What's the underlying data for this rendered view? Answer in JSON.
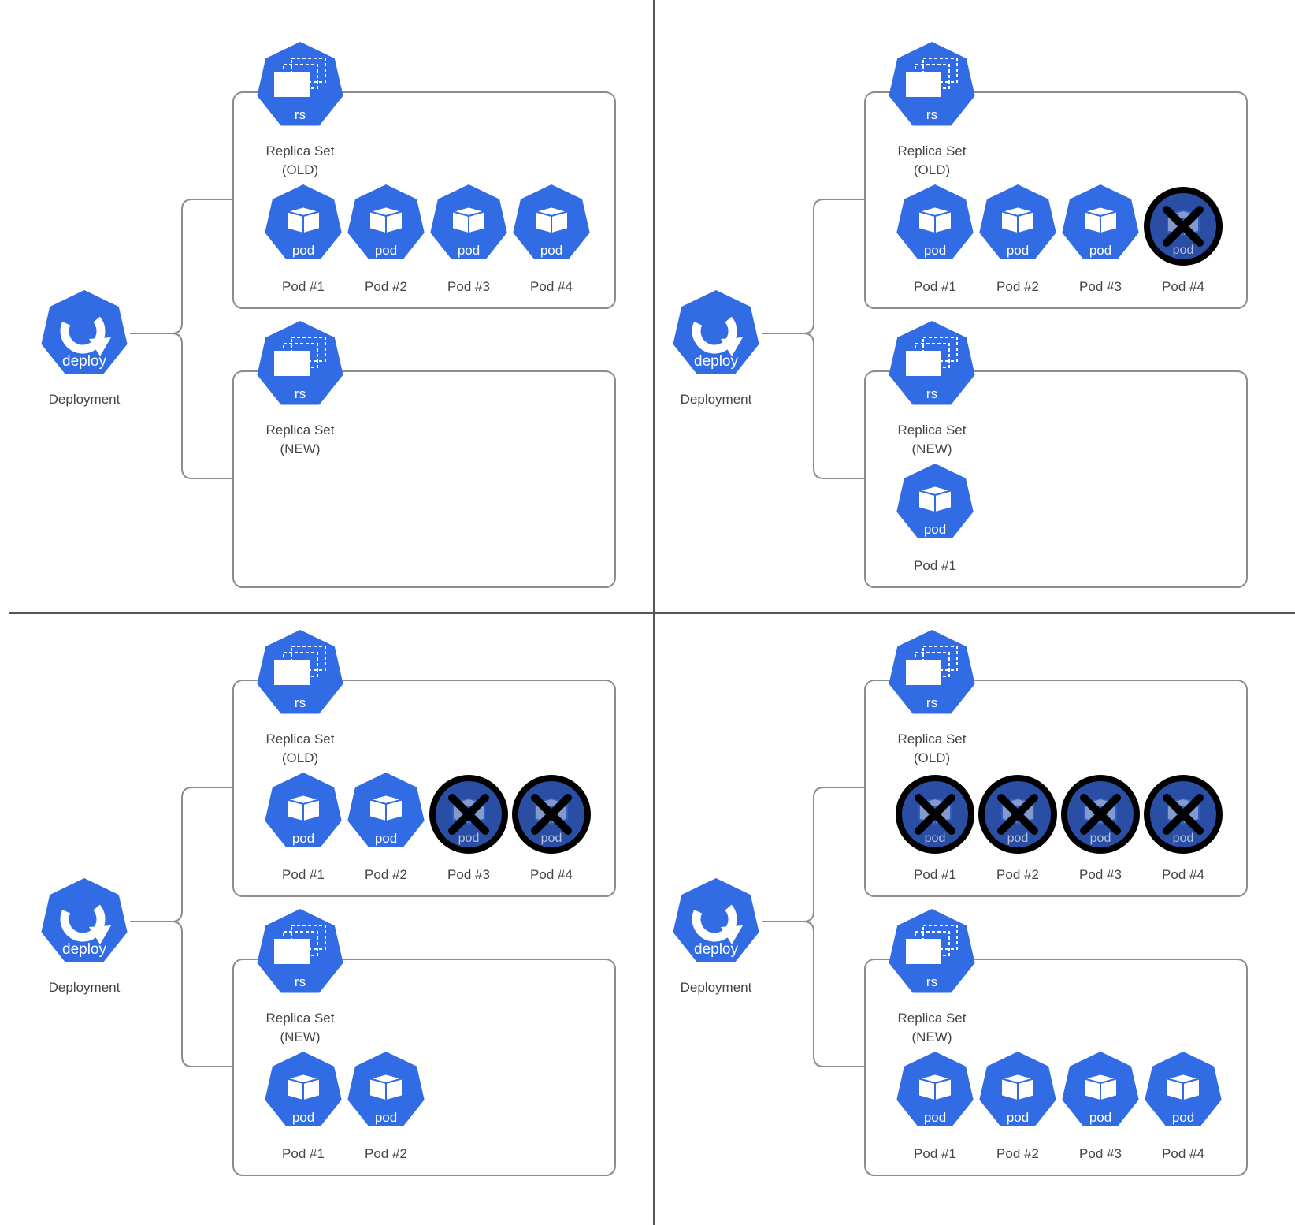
{
  "icon_labels": {
    "deploy": "deploy",
    "replica_set": "rs",
    "pod": "pod"
  },
  "colors": {
    "k8s_blue": "#326ce5",
    "terminated_fill": "#2a4ea3",
    "terminated_ring": "#000000",
    "box_border": "#8c8c8c",
    "divider": "#555555",
    "label_text": "#444444"
  },
  "panels": [
    {
      "deployment_label": "Deployment",
      "old_rs": {
        "label_line1": "Replica Set",
        "label_line2": "(OLD)",
        "pods": [
          {
            "label": "Pod #1",
            "status": "running"
          },
          {
            "label": "Pod #2",
            "status": "running"
          },
          {
            "label": "Pod #3",
            "status": "running"
          },
          {
            "label": "Pod #4",
            "status": "running"
          }
        ]
      },
      "new_rs": {
        "label_line1": "Replica Set",
        "label_line2": "(NEW)",
        "pods": []
      }
    },
    {
      "deployment_label": "Deployment",
      "old_rs": {
        "label_line1": "Replica Set",
        "label_line2": "(OLD)",
        "pods": [
          {
            "label": "Pod #1",
            "status": "running"
          },
          {
            "label": "Pod #2",
            "status": "running"
          },
          {
            "label": "Pod #3",
            "status": "running"
          },
          {
            "label": "Pod #4",
            "status": "terminated"
          }
        ]
      },
      "new_rs": {
        "label_line1": "Replica Set",
        "label_line2": "(NEW)",
        "pods": [
          {
            "label": "Pod #1",
            "status": "running"
          }
        ]
      }
    },
    {
      "deployment_label": "Deployment",
      "old_rs": {
        "label_line1": "Replica Set",
        "label_line2": "(OLD)",
        "pods": [
          {
            "label": "Pod #1",
            "status": "running"
          },
          {
            "label": "Pod #2",
            "status": "running"
          },
          {
            "label": "Pod #3",
            "status": "terminated"
          },
          {
            "label": "Pod #4",
            "status": "terminated"
          }
        ]
      },
      "new_rs": {
        "label_line1": "Replica Set",
        "label_line2": "(NEW)",
        "pods": [
          {
            "label": "Pod #1",
            "status": "running"
          },
          {
            "label": "Pod #2",
            "status": "running"
          }
        ]
      }
    },
    {
      "deployment_label": "Deployment",
      "old_rs": {
        "label_line1": "Replica Set",
        "label_line2": "(OLD)",
        "pods": [
          {
            "label": "Pod #1",
            "status": "terminated"
          },
          {
            "label": "Pod #2",
            "status": "terminated"
          },
          {
            "label": "Pod #3",
            "status": "terminated"
          },
          {
            "label": "Pod #4",
            "status": "terminated"
          }
        ]
      },
      "new_rs": {
        "label_line1": "Replica Set",
        "label_line2": "(NEW)",
        "pods": [
          {
            "label": "Pod #1",
            "status": "running"
          },
          {
            "label": "Pod #2",
            "status": "running"
          },
          {
            "label": "Pod #3",
            "status": "running"
          },
          {
            "label": "Pod #4",
            "status": "running"
          }
        ]
      }
    }
  ]
}
